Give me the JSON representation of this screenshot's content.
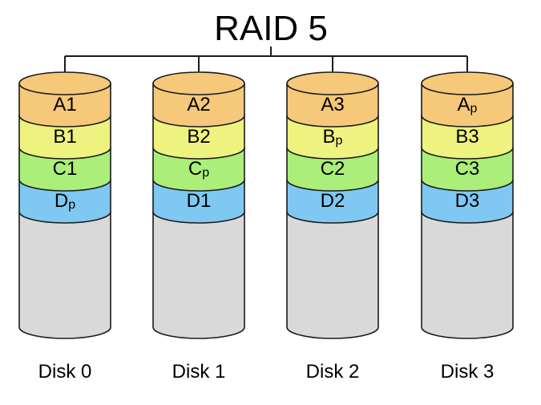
{
  "title": "RAID 5",
  "colors": {
    "a_block": "#F5C87A",
    "b_block": "#EEF27E",
    "c_block": "#ABEE7A",
    "d_block": "#7EC8F2",
    "empty": "#D9D9D9",
    "outline": "#1a1a1a"
  },
  "disks": [
    {
      "label": "Disk 0",
      "blocks": [
        {
          "main": "A",
          "sub": "1",
          "parity": false,
          "color": "a_block"
        },
        {
          "main": "B",
          "sub": "1",
          "parity": false,
          "color": "b_block"
        },
        {
          "main": "C",
          "sub": "1",
          "parity": false,
          "color": "c_block"
        },
        {
          "main": "D",
          "sub": "p",
          "parity": true,
          "color": "d_block"
        }
      ]
    },
    {
      "label": "Disk 1",
      "blocks": [
        {
          "main": "A",
          "sub": "2",
          "parity": false,
          "color": "a_block"
        },
        {
          "main": "B",
          "sub": "2",
          "parity": false,
          "color": "b_block"
        },
        {
          "main": "C",
          "sub": "p",
          "parity": true,
          "color": "c_block"
        },
        {
          "main": "D",
          "sub": "1",
          "parity": false,
          "color": "d_block"
        }
      ]
    },
    {
      "label": "Disk 2",
      "blocks": [
        {
          "main": "A",
          "sub": "3",
          "parity": false,
          "color": "a_block"
        },
        {
          "main": "B",
          "sub": "p",
          "parity": true,
          "color": "b_block"
        },
        {
          "main": "C",
          "sub": "2",
          "parity": false,
          "color": "c_block"
        },
        {
          "main": "D",
          "sub": "2",
          "parity": false,
          "color": "d_block"
        }
      ]
    },
    {
      "label": "Disk 3",
      "blocks": [
        {
          "main": "A",
          "sub": "p",
          "parity": true,
          "color": "a_block"
        },
        {
          "main": "B",
          "sub": "3",
          "parity": false,
          "color": "b_block"
        },
        {
          "main": "C",
          "sub": "3",
          "parity": false,
          "color": "c_block"
        },
        {
          "main": "D",
          "sub": "3",
          "parity": false,
          "color": "d_block"
        }
      ]
    }
  ]
}
